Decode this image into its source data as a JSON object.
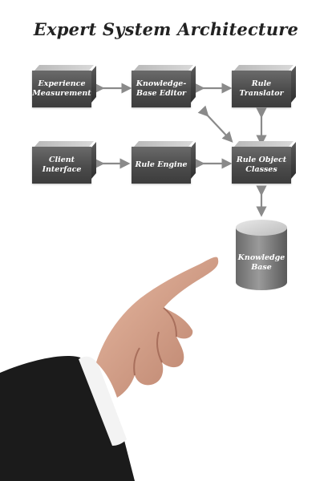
{
  "title": "Expert System Architecture",
  "boxes": {
    "experience_measurement": "Experience Measurement",
    "knowledge_base_editor": "Knowledge-Base Editor",
    "rule_translator": "Rule Translator",
    "client_interface": "Client Interface",
    "rule_engine": "Rule Engine",
    "rule_object_classes": "Rule Object Classes",
    "knowledge_base": "Knowledge Base"
  },
  "colors": {
    "box_face": "#4b4b4b",
    "box_top": "#c8c8c8",
    "arrow": "#8a8a8a",
    "cylinder": "#8f8f8f",
    "suit": "#1b1b1b",
    "skin": "#d9a98f"
  },
  "icons": {
    "arrow": "double-headed-arrow",
    "cylinder": "database-cylinder",
    "hand": "pointing-hand"
  }
}
